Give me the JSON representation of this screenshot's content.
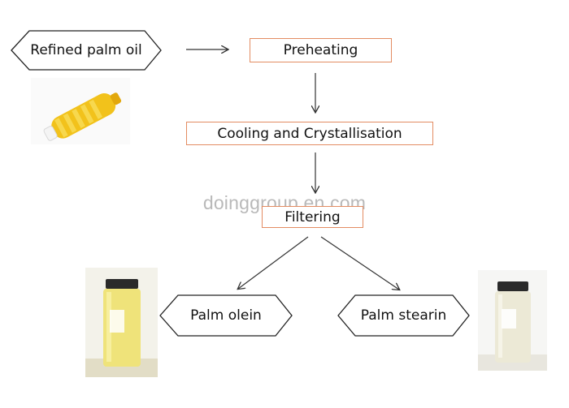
{
  "nodes": {
    "refined_palm_oil": "Refined palm oil",
    "preheating": "Preheating",
    "cooling": "Cooling and Crystallisation",
    "filtering": "Filtering",
    "palm_olein": "Palm olein",
    "palm_stearin": "Palm stearin"
  },
  "watermark": "doinggroup.en.com",
  "photos": {
    "oil_bottle": "palm-oil-bottle",
    "olein_jar": "palm-olein-jar",
    "stearin_jar": "palm-stearin-jar"
  },
  "colors": {
    "box_border": "#e38c62",
    "arrow": "#333333",
    "oil": "#f2c21b",
    "olein": "#efe37a",
    "stearin": "#ece9d6"
  }
}
